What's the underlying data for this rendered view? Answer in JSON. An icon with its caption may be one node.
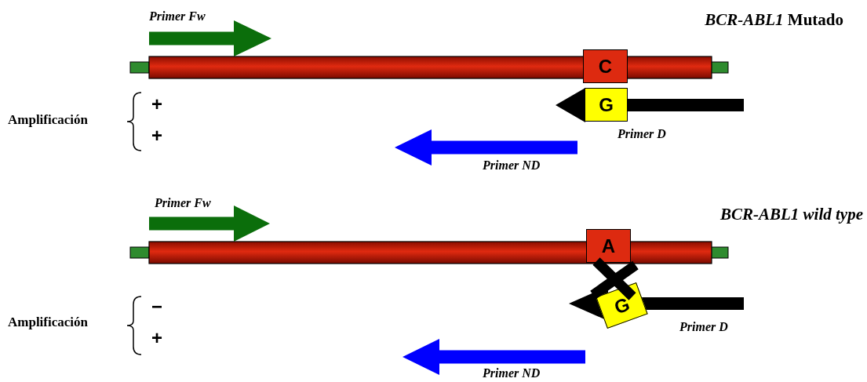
{
  "diagram": {
    "nodes": [
      {
        "text": [
          "C"
        ]
      },
      {
        "text": [
          "G"
        ]
      },
      {
        "text": [
          "A"
        ]
      },
      {
        "text": [
          "G"
        ]
      }
    ],
    "labels": [
      "Primer Fw",
      "*BCR-ABL1* Mutado",
      "Amplificación",
      "+",
      "+",
      "Primer D",
      "Primer ND",
      "Primer Fw",
      "BCR-ABL1 wild type",
      "Amplificación",
      "−",
      "+",
      "Primer D",
      "Primer ND"
    ]
  }
}
